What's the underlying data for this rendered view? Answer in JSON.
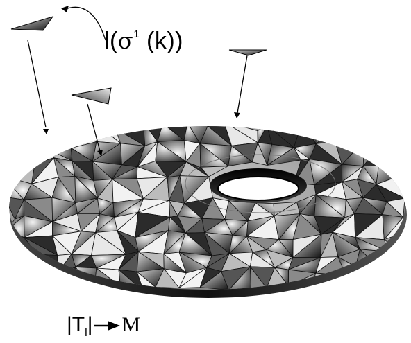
{
  "formula": {
    "l": "l(",
    "sigma": "σ",
    "exponent": "1",
    "rest": " (k))"
  },
  "caption": {
    "left": "|T",
    "subscript": "l",
    "bar": "|",
    "right": "M"
  },
  "colors": {
    "ink": "#000000",
    "mesh_light": "#e6e6e6",
    "mesh_dark": "#1a1a1a",
    "background": "#ffffff"
  }
}
